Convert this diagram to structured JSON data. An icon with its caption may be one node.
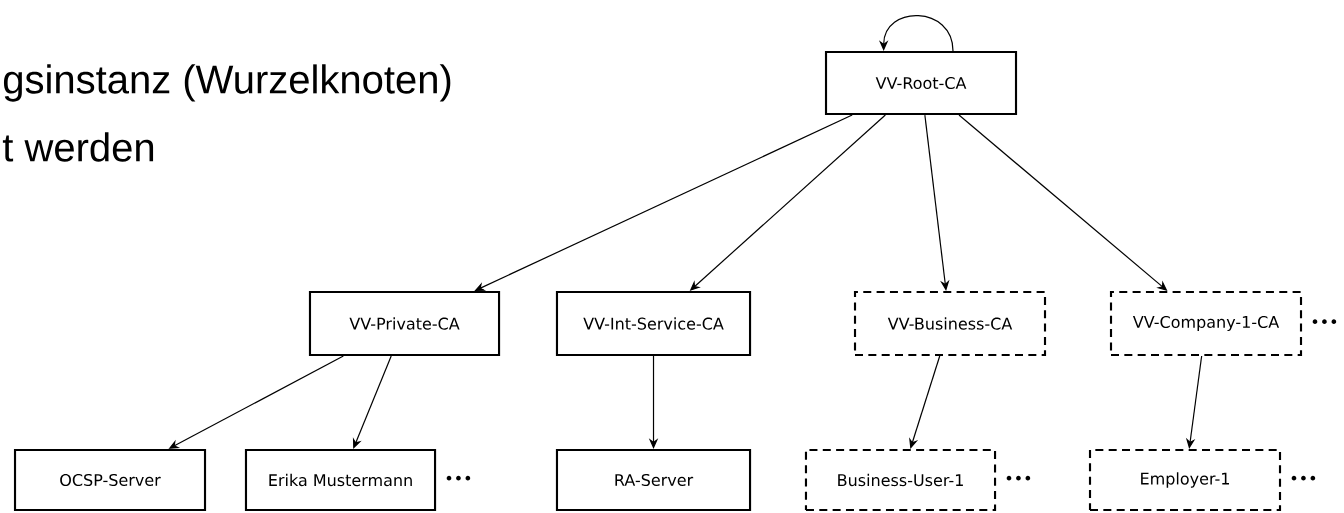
{
  "diagram": {
    "nodes": [
      {
        "text": [
          "VV-Root-CA"
        ]
      },
      {
        "text": [
          "VV-Private-CA"
        ]
      },
      {
        "text": [
          "VV-Int-Service-CA"
        ]
      },
      {
        "text": [
          "VV-Business-CA"
        ]
      },
      {
        "text": [
          "VV-Company-1-CA"
        ],
        "beside": [
          "•••"
        ]
      },
      {
        "text": [
          "OCSP-Server"
        ]
      },
      {
        "text": [
          "Erika Mustermann"
        ],
        "beside": [
          "•••"
        ]
      },
      {
        "text": [
          "RA-Server"
        ]
      },
      {
        "text": [
          "Business-User-1"
        ],
        "beside": [
          "•••"
        ]
      },
      {
        "text": [
          "Employer-1"
        ],
        "beside": [
          "•••"
        ]
      }
    ],
    "edges": [
      {
        "from": 0,
        "to": 0,
        "arrow": "to"
      },
      {
        "from": 0,
        "to": 1,
        "arrow": "to"
      },
      {
        "from": 0,
        "to": 2,
        "arrow": "to"
      },
      {
        "from": 0,
        "to": 3,
        "arrow": "to"
      },
      {
        "from": 0,
        "to": 4,
        "arrow": "to"
      },
      {
        "from": 1,
        "to": 5,
        "arrow": "to"
      },
      {
        "from": 1,
        "to": 6,
        "arrow": "to"
      },
      {
        "from": 2,
        "to": 7,
        "arrow": "to"
      },
      {
        "from": 3,
        "to": 8,
        "arrow": "to"
      },
      {
        "from": 4,
        "to": 9,
        "arrow": "to"
      }
    ],
    "labels": [
      "gsinstanz (Wurzelknoten)",
      "t werden"
    ]
  }
}
